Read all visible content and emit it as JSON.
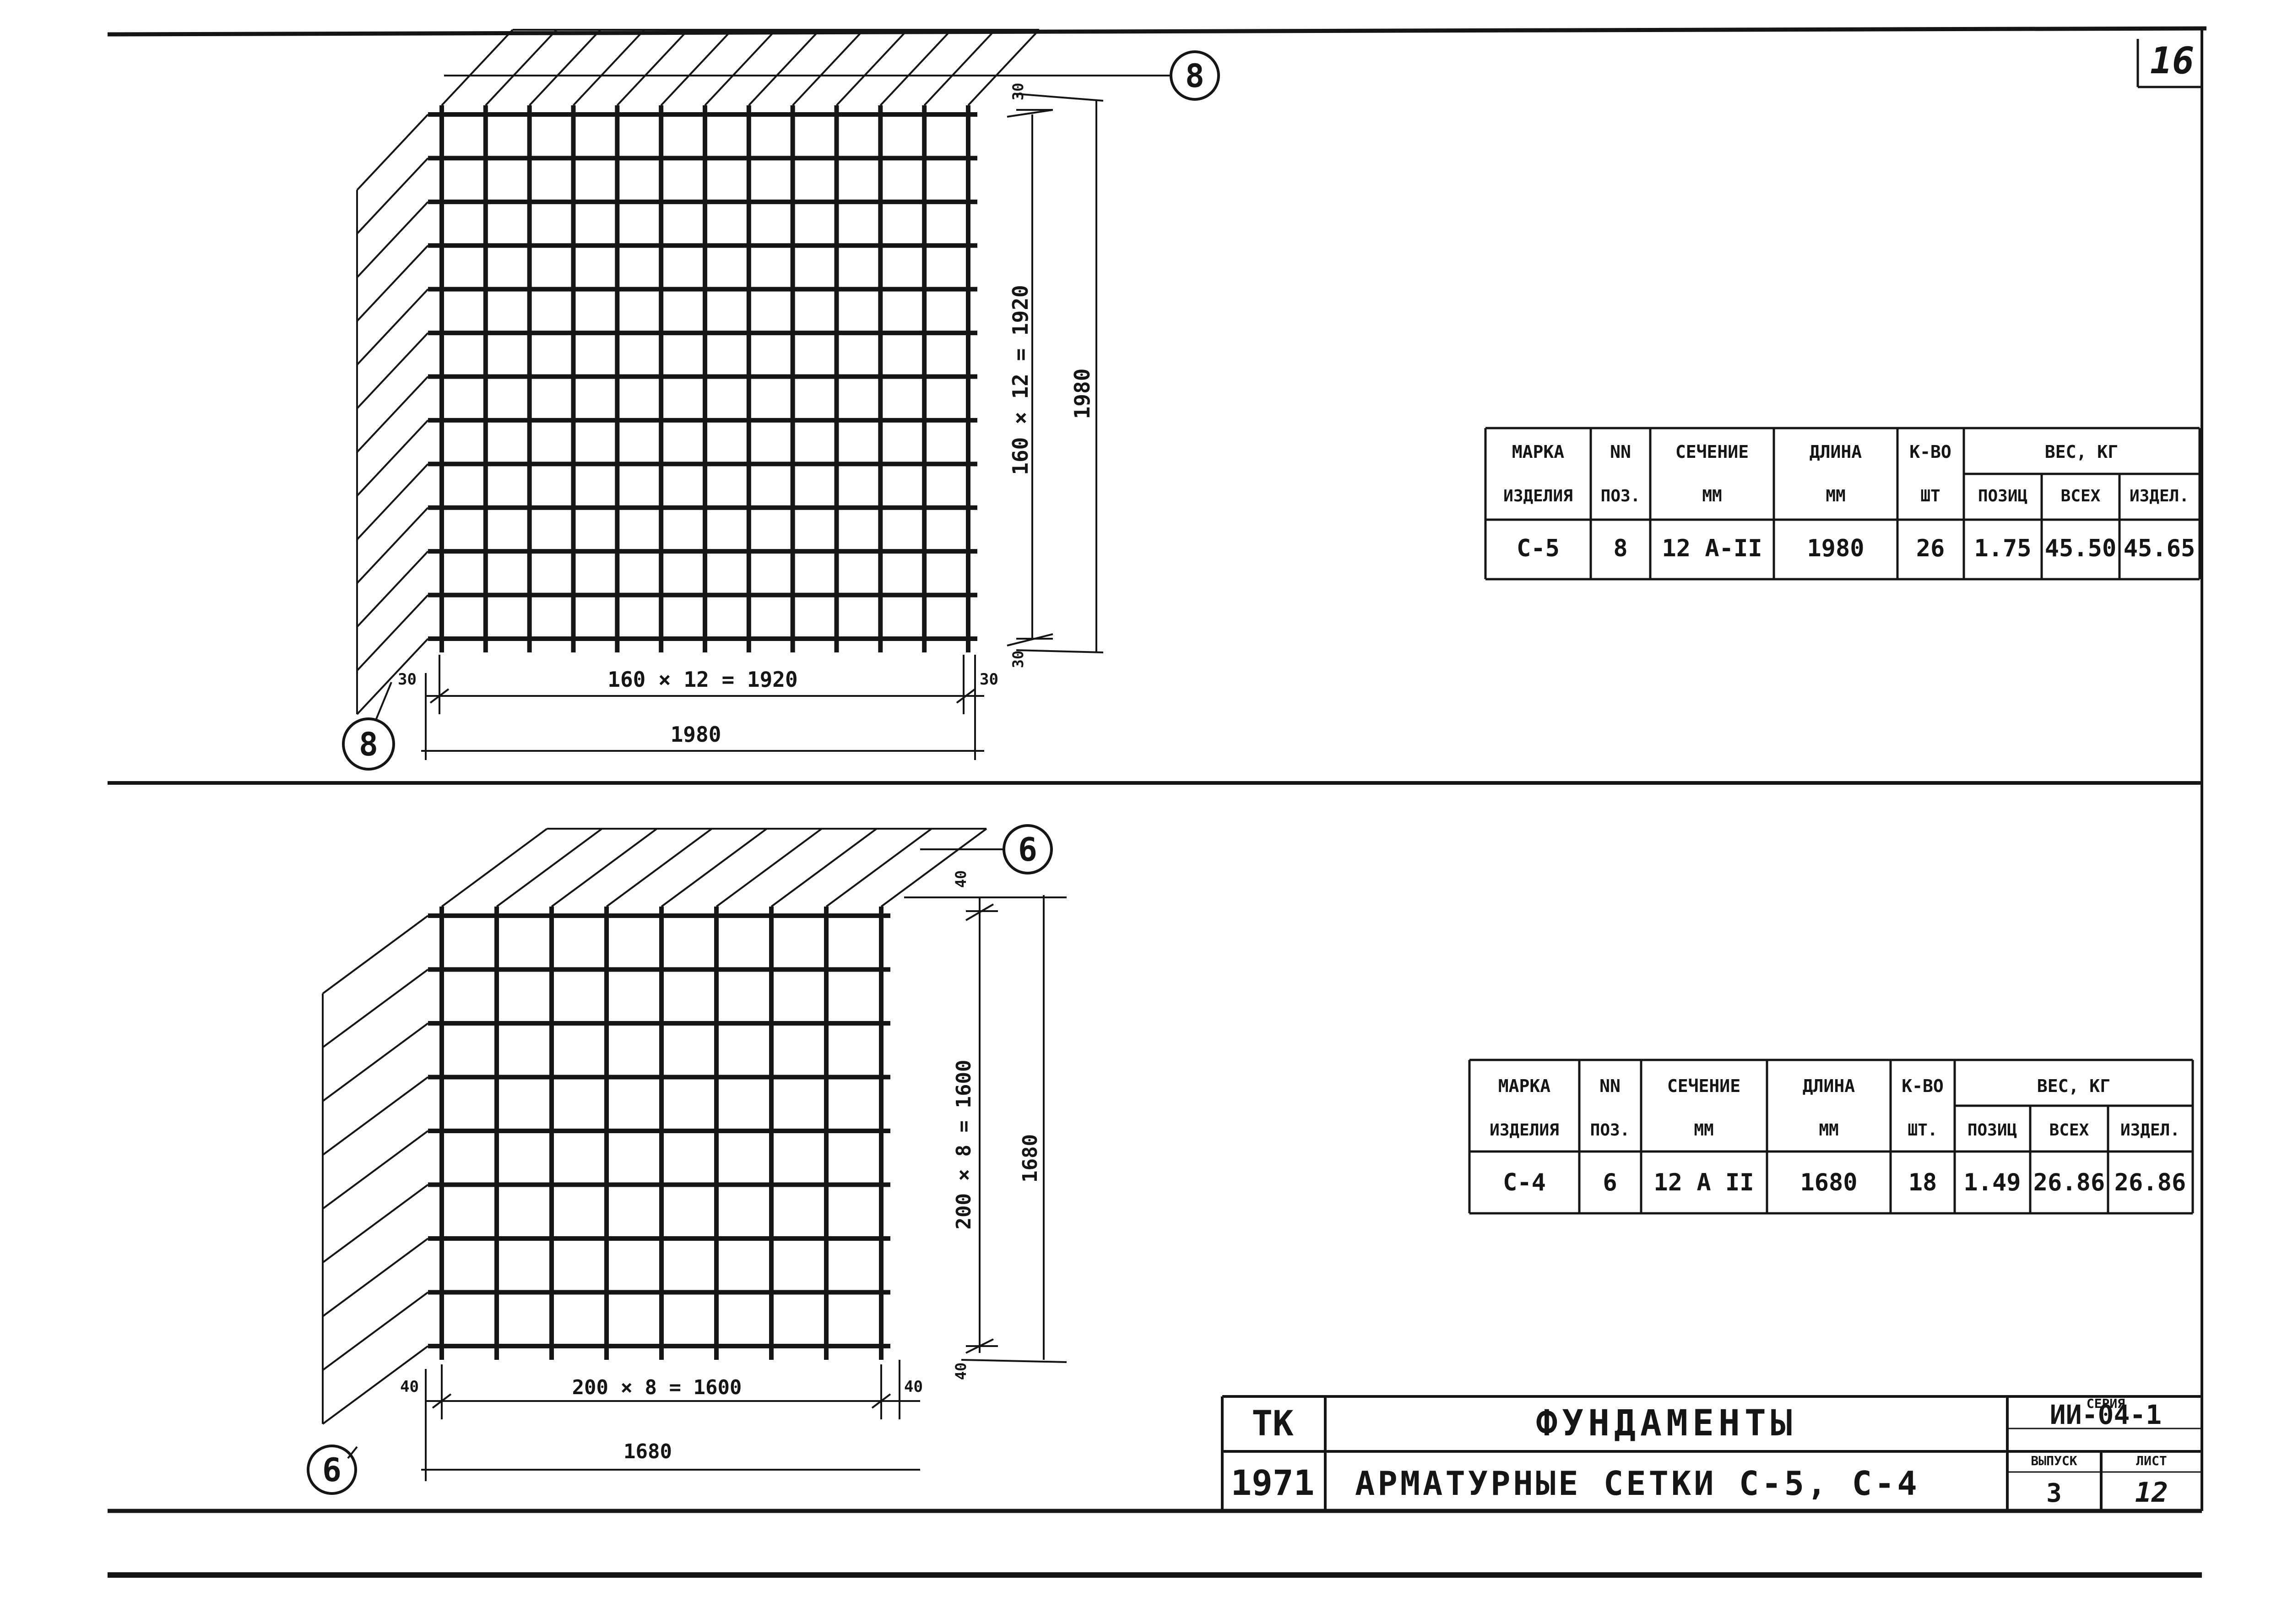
{
  "sheet_number": "16",
  "mesh_c5": {
    "callout_top": "8",
    "callout_bottom": "8",
    "dim_horizontal_inner": "160 × 12 = 1920",
    "dim_horizontal_total": "1980",
    "dim_vertical_inner": "160 × 12 = 1920",
    "dim_vertical_total": "1980",
    "edge_left": "30",
    "edge_right": "30",
    "edge_top": "30",
    "edge_bottom": "30"
  },
  "mesh_c4": {
    "callout_top": "6",
    "callout_bottom": "6",
    "dim_horizontal_inner": "200 × 8 = 1600",
    "dim_horizontal_total": "1680",
    "dim_vertical_inner": "200 × 8 = 1600",
    "dim_vertical_total": "1680",
    "edge_left": "40",
    "edge_right": "40",
    "edge_top": "40",
    "edge_bottom": "40"
  },
  "table_c5": {
    "headers_row1": [
      "МАРКА",
      "NN",
      "СЕЧЕНИЕ",
      "ДЛИНА",
      "К-ВО",
      "ВЕС, КГ"
    ],
    "headers_row2": [
      "ИЗДЕЛИЯ",
      "ПОЗ.",
      "ММ",
      "ММ",
      "ШТ",
      "ПОЗИЦ",
      "ВСЕХ",
      "ИЗДЕЛ."
    ],
    "row": [
      "С-5",
      "8",
      "12 А-II",
      "1980",
      "26",
      "1.75",
      "45.50",
      "45.65"
    ]
  },
  "table_c4": {
    "headers_row1": [
      "МАРКА",
      "NN",
      "СЕЧЕНИЕ",
      "ДЛИНА",
      "К-ВО",
      "ВЕС, КГ"
    ],
    "headers_row2": [
      "ИЗДЕЛИЯ",
      "ПОЗ.",
      "ММ",
      "ММ",
      "ШТ.",
      "ПОЗИЦ",
      "ВСЕХ",
      "ИЗДЕЛ."
    ],
    "row": [
      "С-4",
      "6",
      "12 А II",
      "1680",
      "18",
      "1.49",
      "26.86",
      "26.86"
    ]
  },
  "title_block": {
    "org": "ТК",
    "year": "1971",
    "section": "ФУНДАМЕНТЫ",
    "title": "АРМАТУРНЫЕ СЕТКИ С-5, С-4",
    "series_label": "СЕРИЯ",
    "series_value": "ИИ-04-1",
    "issue_label": "ВЫПУСК",
    "issue_value": "3",
    "sheet_label": "ЛИСТ",
    "sheet_value": "12"
  }
}
